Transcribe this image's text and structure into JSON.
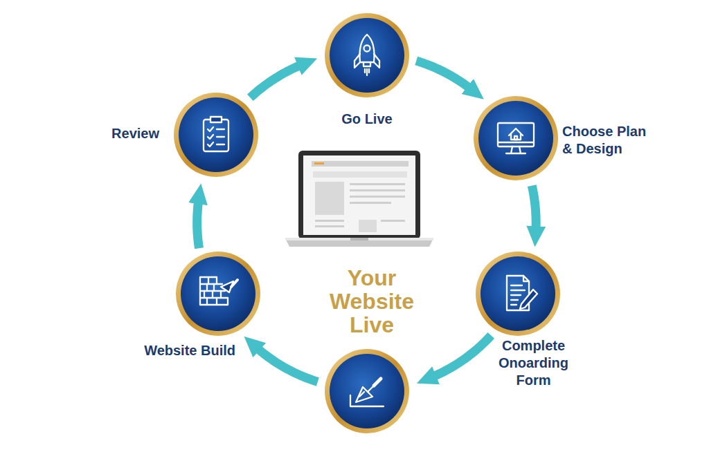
{
  "diagram": {
    "nodes": [
      {
        "text": [
          "Go Live"
        ]
      },
      {
        "text": [
          "Choose Plan & Design"
        ]
      },
      {
        "text": [
          "Complete Onoarding Form"
        ]
      },
      {
        "text": []
      },
      {
        "text": [
          "Website Build"
        ]
      },
      {
        "text": [
          "Review"
        ]
      }
    ],
    "edges": [
      {
        "from": 0,
        "to": 1,
        "arrow": "to"
      },
      {
        "from": 1,
        "to": 2,
        "arrow": "to"
      },
      {
        "from": 2,
        "to": 3,
        "arrow": "to"
      },
      {
        "from": 3,
        "to": 4,
        "arrow": "to"
      },
      {
        "from": 4,
        "to": 5,
        "arrow": "to"
      },
      {
        "from": 5,
        "to": 0,
        "arrow": "to"
      }
    ],
    "labels": [
      "Your Website Live"
    ]
  }
}
